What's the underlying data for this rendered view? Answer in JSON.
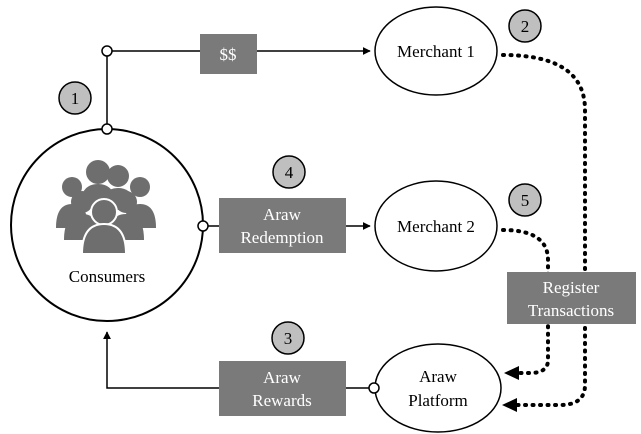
{
  "nodes": {
    "consumers": "Consumers",
    "merchant1": "Merchant 1",
    "merchant2": "Merchant 2",
    "platform": [
      "Araw",
      "Platform"
    ]
  },
  "flows": {
    "payment": "$$",
    "redemption": [
      "Araw",
      "Redemption"
    ],
    "rewards": [
      "Araw",
      "Rewards"
    ],
    "register": [
      "Register",
      "Transactions"
    ]
  },
  "steps": [
    "1",
    "2",
    "3",
    "4",
    "5"
  ],
  "colors": {
    "box_fill": "#7a7a7a",
    "step_fill": "#bfbfbf",
    "stroke": "#000000",
    "people_icon": "#6e6e6e"
  }
}
